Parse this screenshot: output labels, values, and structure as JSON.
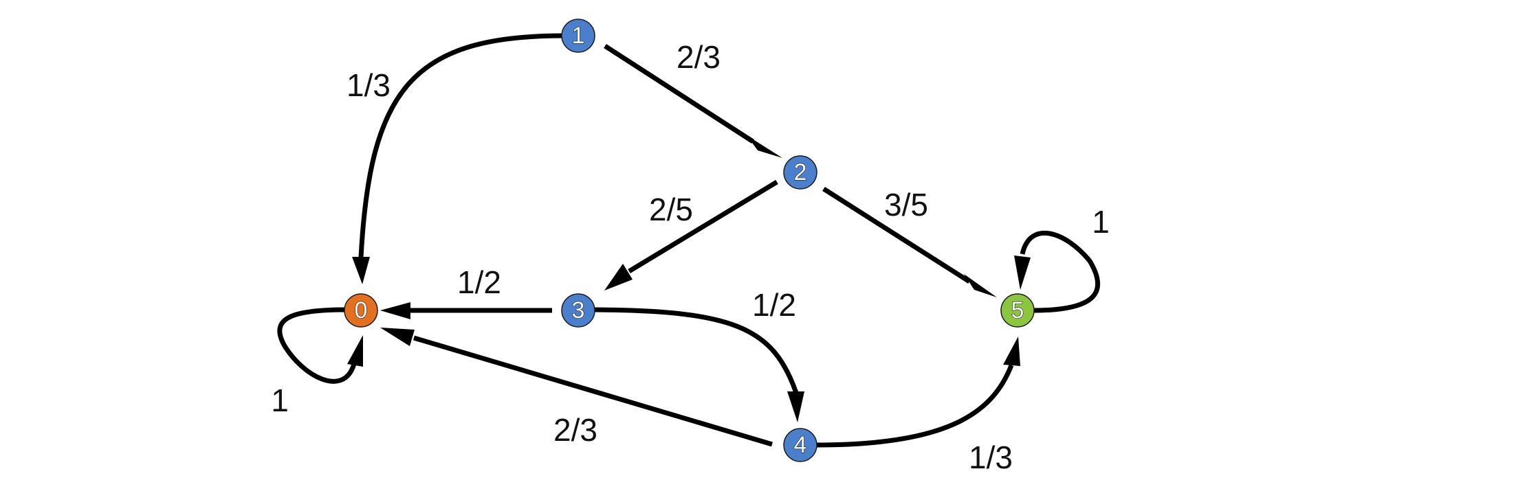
{
  "colors": {
    "transient_state": "#4a7fcc",
    "absorbing_state_0": "#e2701f",
    "absorbing_state_5": "#8cc63f",
    "edge": "#000000"
  },
  "nodes": [
    {
      "id": "0",
      "label": "0",
      "kind": "absorbing_state_0"
    },
    {
      "id": "1",
      "label": "1",
      "kind": "transient_state"
    },
    {
      "id": "2",
      "label": "2",
      "kind": "transient_state"
    },
    {
      "id": "3",
      "label": "3",
      "kind": "transient_state"
    },
    {
      "id": "4",
      "label": "4",
      "kind": "transient_state"
    },
    {
      "id": "5",
      "label": "5",
      "kind": "absorbing_state_5"
    }
  ],
  "edges": [
    {
      "from": "1",
      "to": "0",
      "label": "1/3"
    },
    {
      "from": "1",
      "to": "2",
      "label": "2/3"
    },
    {
      "from": "2",
      "to": "3",
      "label": "2/5"
    },
    {
      "from": "2",
      "to": "5",
      "label": "3/5"
    },
    {
      "from": "3",
      "to": "0",
      "label": "1/2"
    },
    {
      "from": "3",
      "to": "4",
      "label": "1/2"
    },
    {
      "from": "4",
      "to": "0",
      "label": "2/3"
    },
    {
      "from": "4",
      "to": "5",
      "label": "1/3"
    },
    {
      "from": "0",
      "to": "0",
      "label": "1"
    },
    {
      "from": "5",
      "to": "5",
      "label": "1"
    }
  ]
}
